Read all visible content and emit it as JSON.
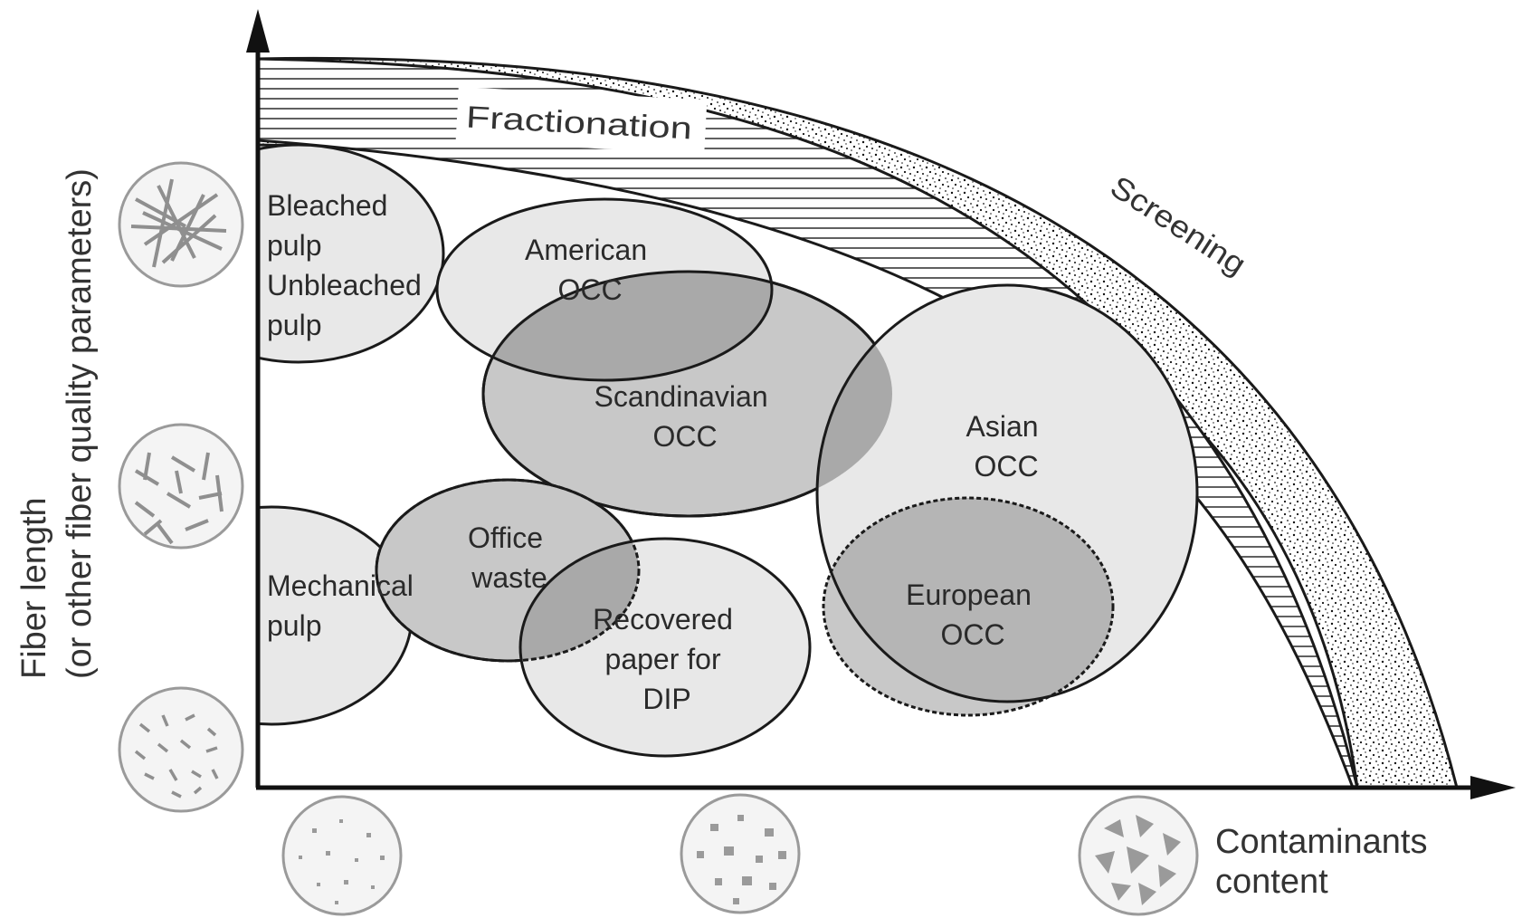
{
  "axes": {
    "y_title_line1": "Fiber length",
    "y_title_line2": "(or other fiber quality parameters)",
    "x_title_line1": "Contaminants",
    "x_title_line2": "content"
  },
  "bands": {
    "fractionation": "Fractionation",
    "screening": "Screening"
  },
  "regions": {
    "bleached": [
      "Bleached",
      "pulp",
      "Unbleached",
      "pulp"
    ],
    "american": [
      "American",
      "OCC"
    ],
    "scandinavian": [
      "Scandinavian",
      "OCC"
    ],
    "asian": [
      "Asian",
      "OCC"
    ],
    "mechanical": [
      "Mechanical",
      "pulp"
    ],
    "office": [
      "Office",
      "waste"
    ],
    "recovered": [
      "Recovered",
      "paper for",
      "DIP"
    ],
    "european": [
      "European",
      "OCC"
    ]
  },
  "colors": {
    "light_fill": "#e8e8e8",
    "medium_fill": "#c8c8c8",
    "dark_fill": "#a9a9a9",
    "stroke": "#1a1a1a"
  }
}
